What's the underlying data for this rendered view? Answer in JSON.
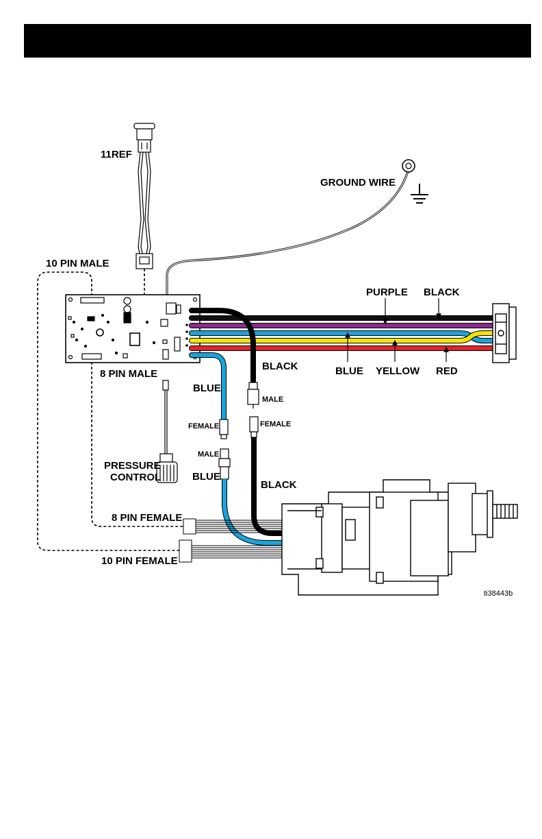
{
  "labels": {
    "ref_11": "11REF",
    "ground_wire": "GROUND WIRE",
    "pin10_male": "10 PIN MALE",
    "pin8_male": "8 PIN MALE",
    "purple": "PURPLE",
    "black_top": "BLACK",
    "black_mid": "BLACK",
    "black_low": "BLACK",
    "blue_right": "BLUE",
    "yellow": "YELLOW",
    "red": "RED",
    "blue_upper": "BLUE",
    "blue_lower": "BLUE",
    "male_black": "MALE",
    "female_black": "FEMALE",
    "female_blue": "FEMALE",
    "male_blue": "MALE",
    "pressure": "PRESSURE",
    "control": "CONTROL",
    "pin8_female": "8 PIN FEMALE",
    "pin10_female": "10 PIN FEMALE",
    "figure_id": "ti38443b"
  },
  "colors": {
    "black": "#111111",
    "purple": "#8a2a8e",
    "blue": "#1aa3dc",
    "yellow": "#f5e400",
    "red": "#e1242b",
    "board": "#ffffff",
    "line": "#000000"
  }
}
